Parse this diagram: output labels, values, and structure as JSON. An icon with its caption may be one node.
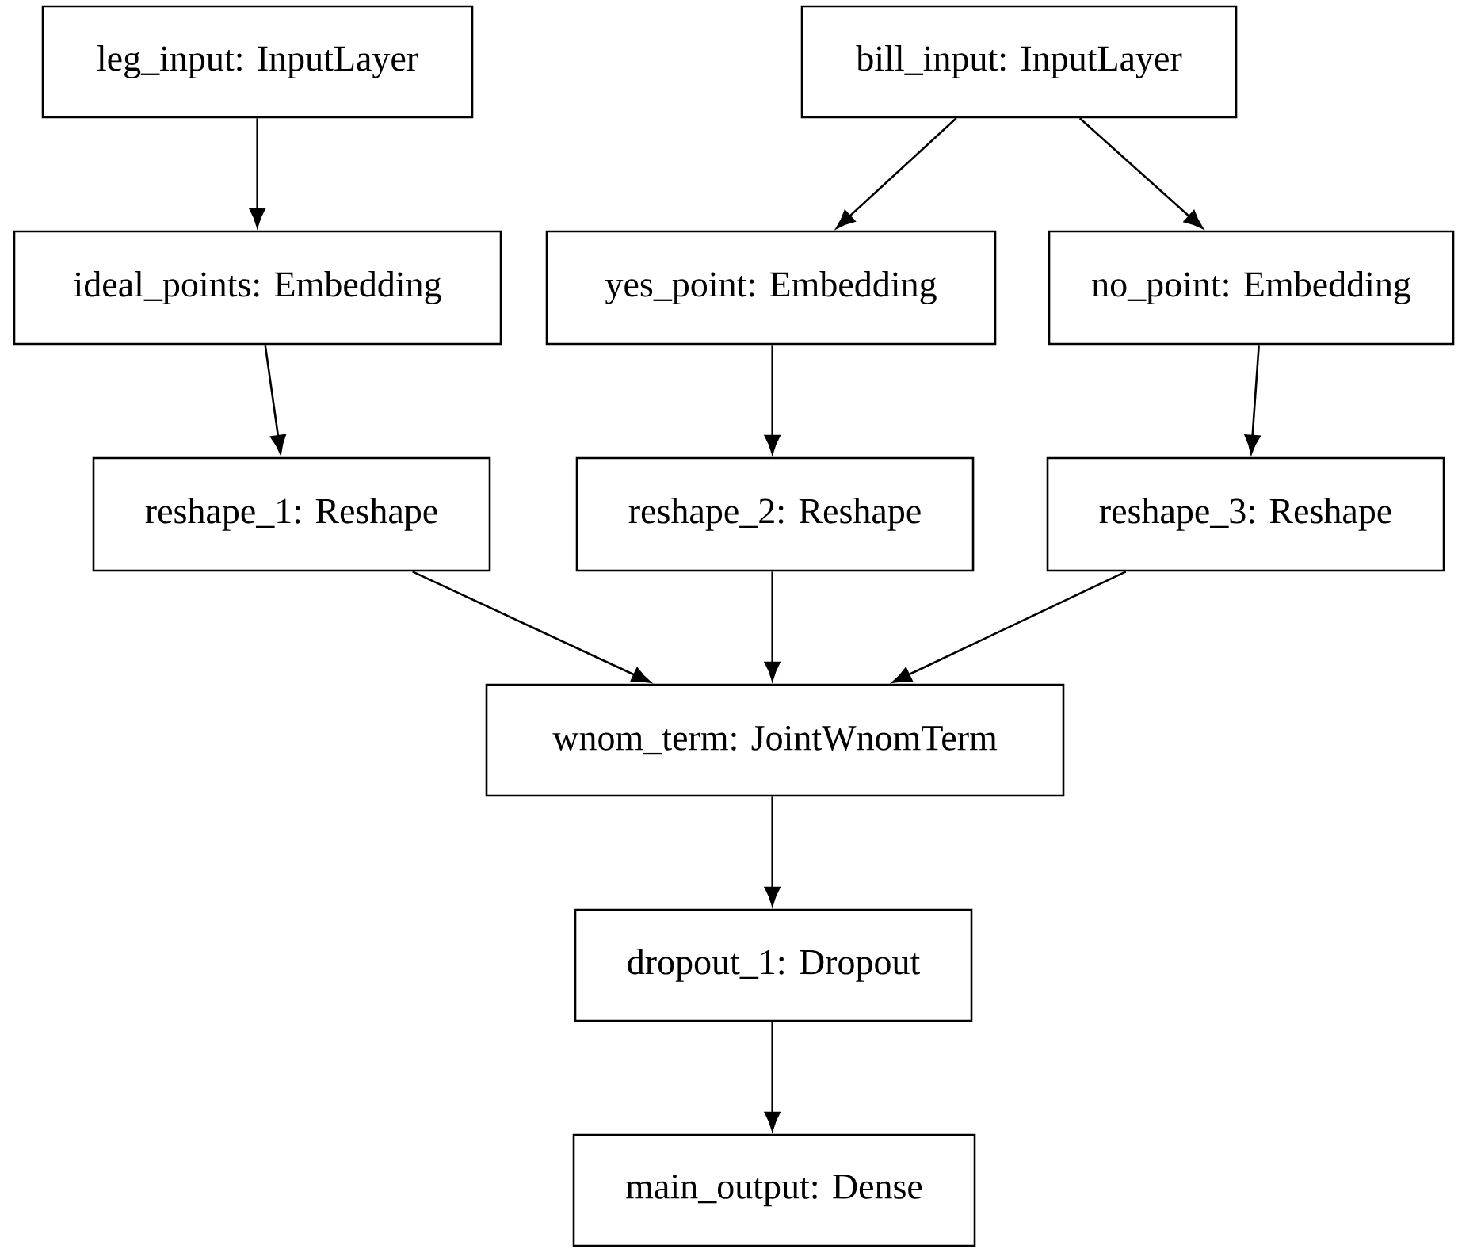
{
  "diagram": {
    "nodes": [
      {
        "text": [
          "leg_input: InputLayer"
        ]
      },
      {
        "text": [
          "bill_input: InputLayer"
        ]
      },
      {
        "text": [
          "ideal_points: Embedding"
        ]
      },
      {
        "text": [
          "yes_point: Embedding"
        ]
      },
      {
        "text": [
          "no_point: Embedding"
        ]
      },
      {
        "text": [
          "reshape_1: Reshape"
        ]
      },
      {
        "text": [
          "reshape_2: Reshape"
        ]
      },
      {
        "text": [
          "reshape_3: Reshape"
        ]
      },
      {
        "text": [
          "wnom_term: JointWnomTerm"
        ]
      },
      {
        "text": [
          "dropout_1: Dropout"
        ]
      },
      {
        "text": [
          "main_output: Dense"
        ]
      }
    ],
    "edges": [
      {
        "from": 0,
        "to": 2,
        "arrow": "to"
      },
      {
        "from": 1,
        "to": 3,
        "arrow": "to"
      },
      {
        "from": 1,
        "to": 4,
        "arrow": "to"
      },
      {
        "from": 2,
        "to": 5,
        "arrow": "to"
      },
      {
        "from": 3,
        "to": 6,
        "arrow": "to"
      },
      {
        "from": 4,
        "to": 7,
        "arrow": "to"
      },
      {
        "from": 5,
        "to": 8,
        "arrow": "to"
      },
      {
        "from": 6,
        "to": 8,
        "arrow": "to"
      },
      {
        "from": 7,
        "to": 8,
        "arrow": "to"
      },
      {
        "from": 8,
        "to": 9,
        "arrow": "to"
      },
      {
        "from": 9,
        "to": 10,
        "arrow": "to"
      }
    ]
  }
}
